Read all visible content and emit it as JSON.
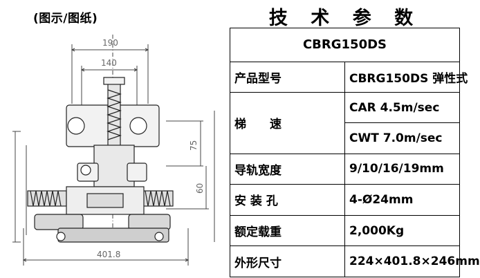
{
  "header": {
    "left_title": "(图示/图纸)",
    "right_title": "技 术 参 数"
  },
  "drawing": {
    "dims": {
      "width_top": "190",
      "width_inner": "140",
      "height_a": "75",
      "height_b": "60",
      "width_bottom": "401.8"
    }
  },
  "spec": {
    "model_header": "CBRG150DS",
    "rows": {
      "model": {
        "label": "产品型号",
        "value": "CBRG150DS 弹性式"
      },
      "speed": {
        "label_a": "梯",
        "label_b": "速",
        "car": "CAR  4.5m/sec",
        "cwt": "CWT  7.0m/sec"
      },
      "rail": {
        "label": "导轨宽度",
        "value": "9/10/16/19mm"
      },
      "hole": {
        "label": "安 装 孔",
        "value": "4-Ø24mm"
      },
      "load": {
        "label": "额定载重",
        "value": "2,000Kg"
      },
      "size": {
        "label": "外形尺寸",
        "value": "224×401.8×246mm"
      }
    }
  },
  "colors": {
    "line": "#000000",
    "drawing": "#333333"
  }
}
